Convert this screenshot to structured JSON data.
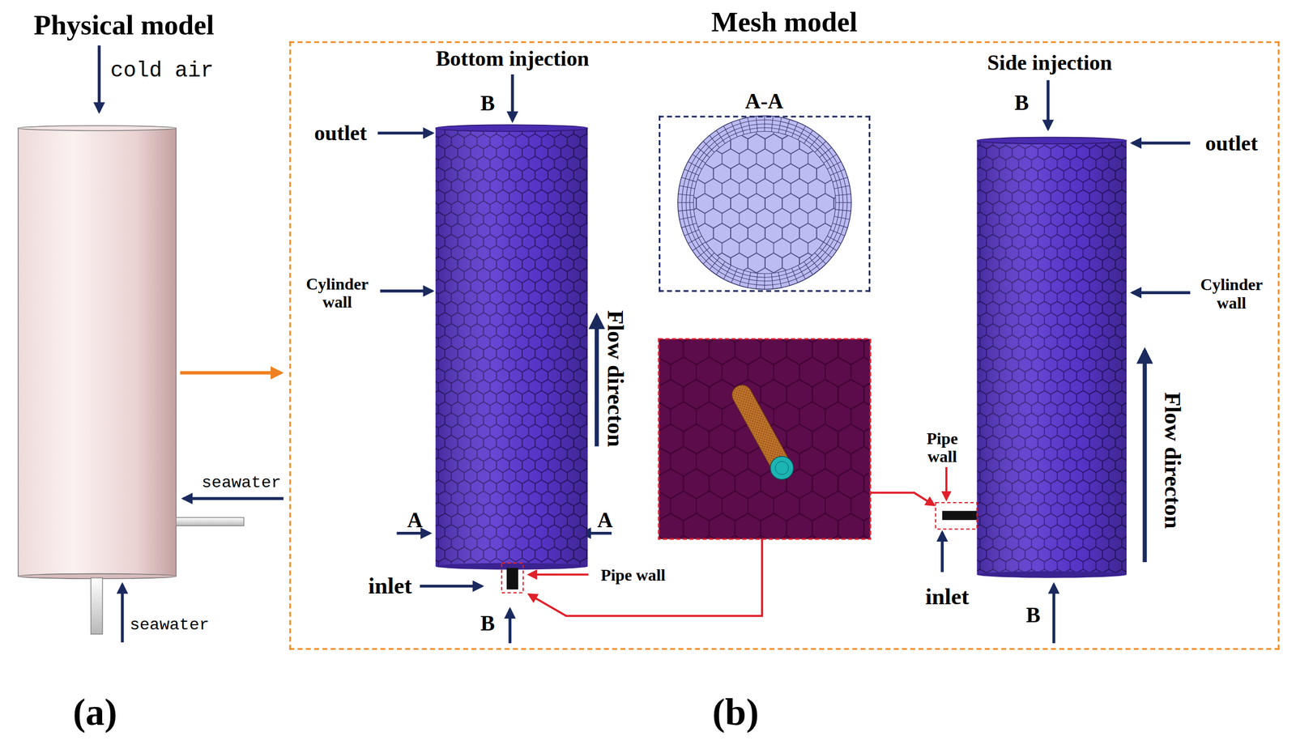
{
  "diagram": {
    "nodes": [
      {
        "text": [
          "Mesh model"
        ]
      },
      {
        "text": [
          "A-A"
        ],
        "in": 0
      }
    ],
    "labels": [
      "Physical model",
      "cold air",
      "seawater",
      "seawater",
      "(a)",
      "Bottom injection",
      "B",
      "outlet",
      "Cylinder wall",
      "Flow directon",
      "A",
      "A",
      "inlet",
      "Pipe wall",
      "B",
      "Side injection",
      "B",
      "outlet",
      "Cylinder wall",
      "Flow directon",
      "Pipe wall",
      "inlet",
      "B",
      "(b)"
    ]
  }
}
